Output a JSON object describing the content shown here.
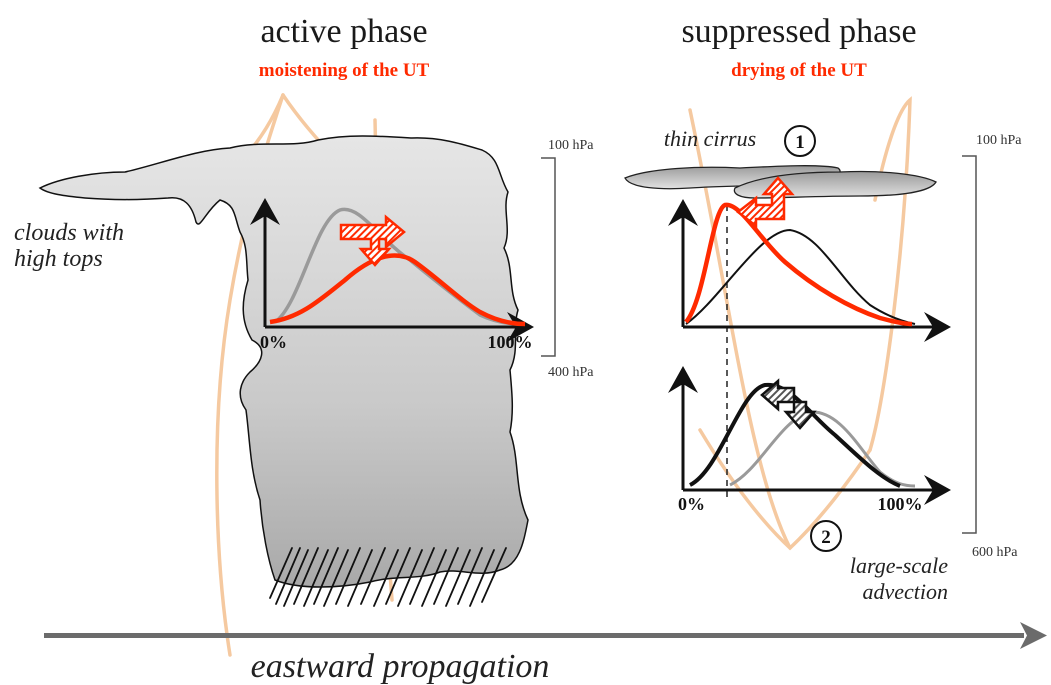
{
  "colors": {
    "accent_red": "#ff2a00",
    "cloud_fill": "#cfcfcf",
    "wave_orange": "#f5c9a0",
    "curve_gray": "#9a9a9a",
    "ink": "#111111",
    "arrow_gray": "#6b6b6b"
  },
  "active": {
    "title": "active phase",
    "subtitle": "moistening of the UT",
    "cloud_label_line1": "clouds with",
    "cloud_label_line2": "high tops",
    "x_min_label": "0%",
    "x_max_label": "100%",
    "top_pressure": "100 hPa",
    "bottom_pressure": "400 hPa"
  },
  "suppressed": {
    "title": "suppressed phase",
    "subtitle": "drying of the UT",
    "cirrus_label": "thin cirrus",
    "marker_1": "1",
    "marker_2": "2",
    "advection_line1": "large-scale",
    "advection_line2": "advection",
    "x_min_label": "0%",
    "x_max_label": "100%",
    "top_pressure": "100 hPa",
    "bottom_pressure": "600 hPa"
  },
  "propagation_label": "eastward propagation",
  "icons": [
    "red-shift-right-arrow-icon",
    "red-shift-left-arrow-icon",
    "gray-shift-left-arrow-icon",
    "eastward-arrow-icon"
  ]
}
